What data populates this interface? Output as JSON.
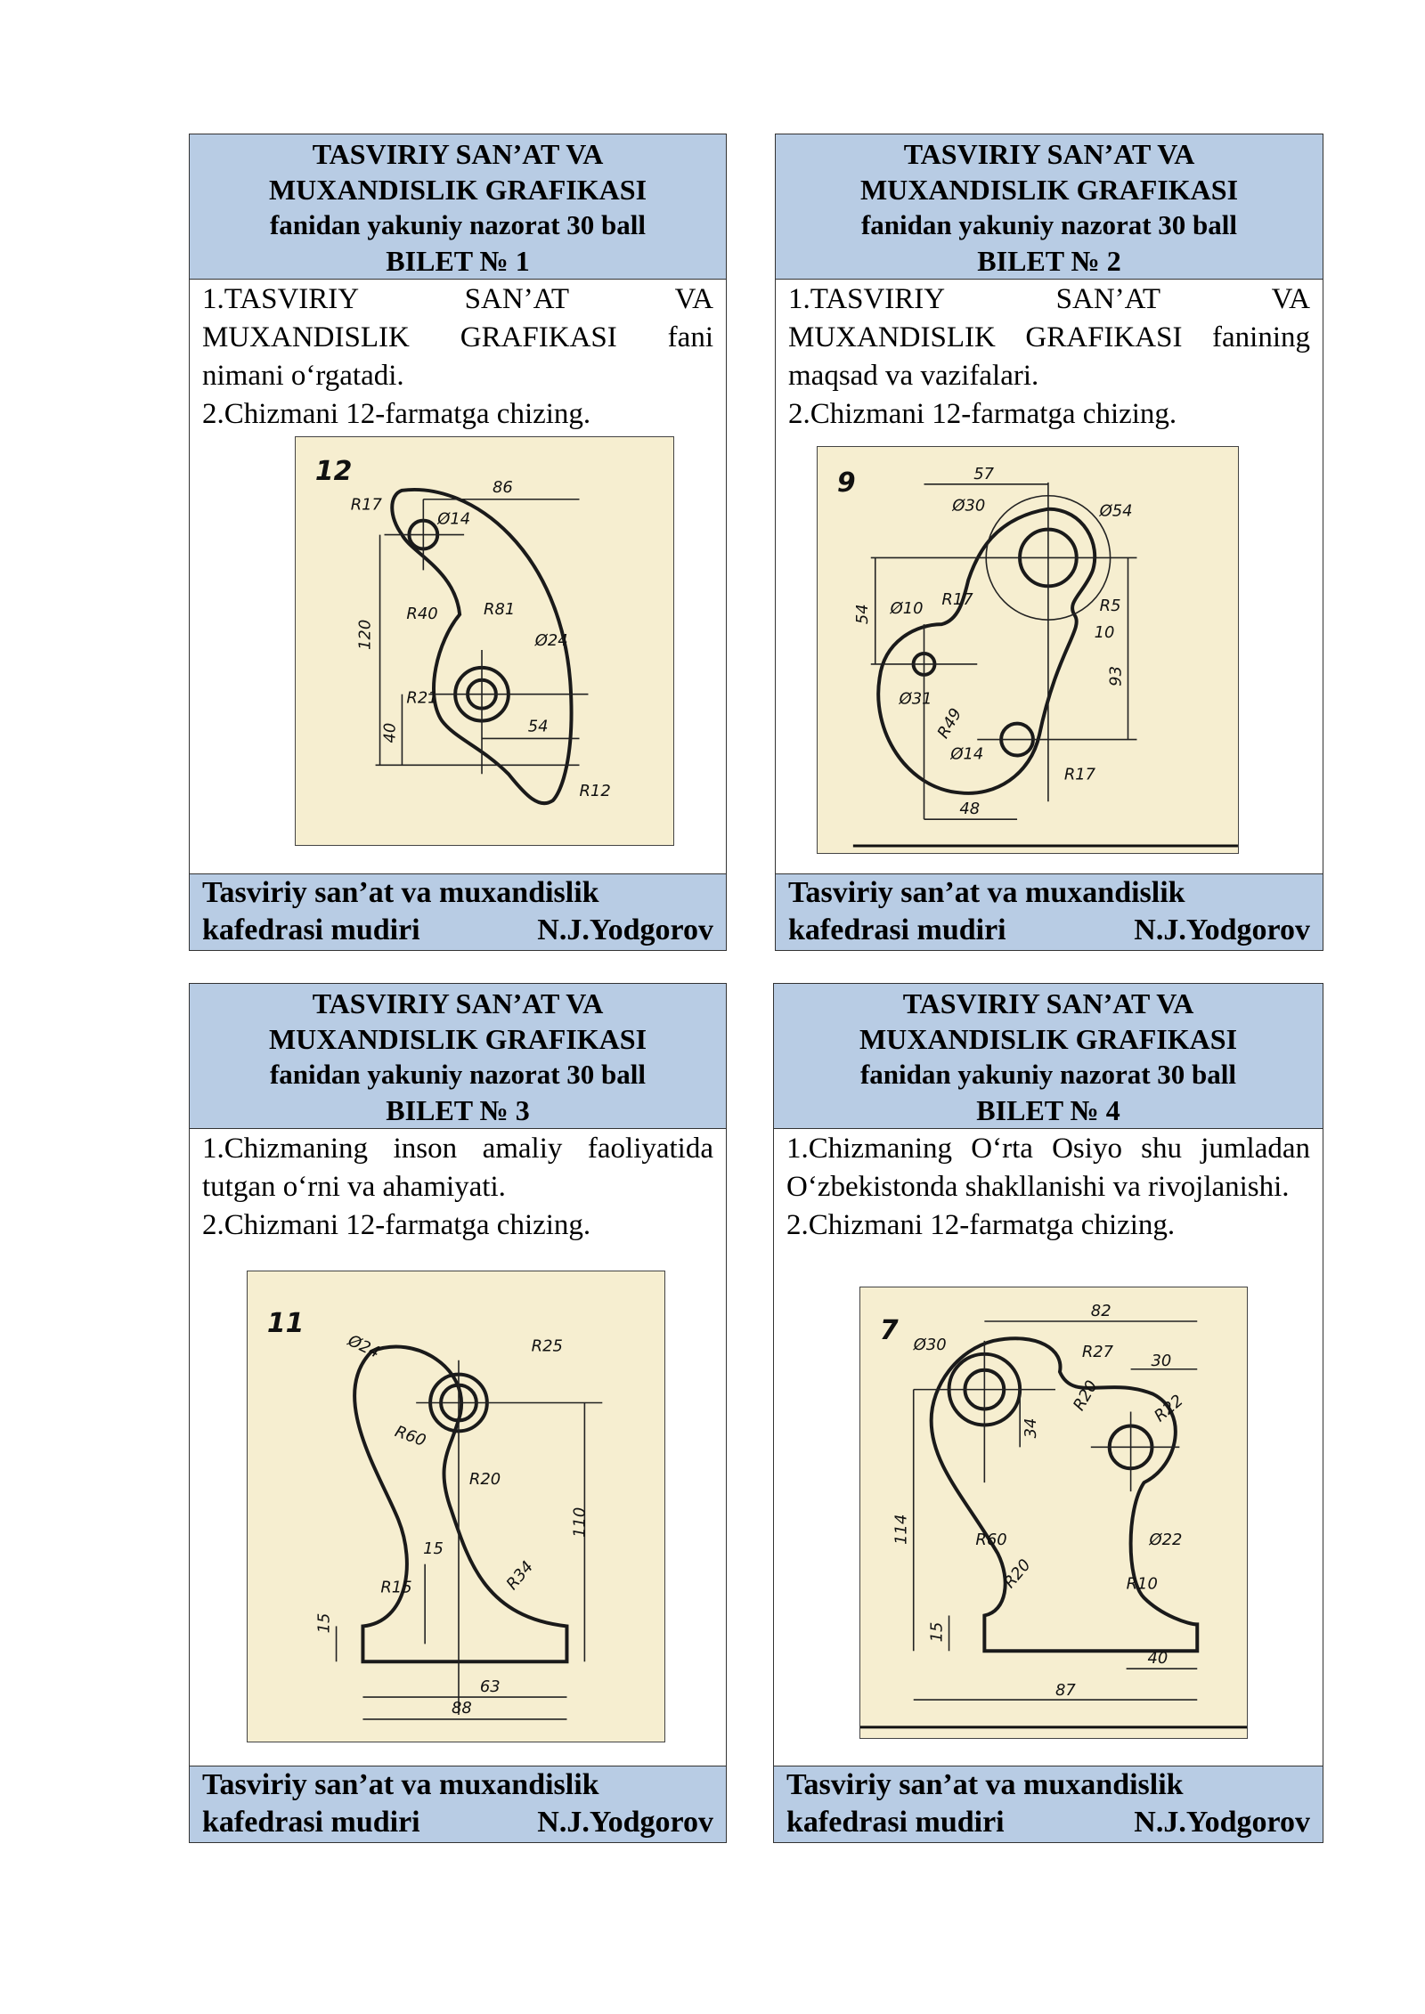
{
  "tickets": [
    {
      "header": {
        "line1": "TASVIRIY SAN’AT VA",
        "line2": "MUXANDISLIK GRAFIKASI",
        "line3": "fanidan yakuniy nazorat 30 ball",
        "line4": "BILET   №  1"
      },
      "questions": [
        "1.TASVIRIY    SAN’AT    VA MUXANDISLIK  GRAFIKASI fani nimani o‘rgatadi.",
        "2.Chizmani 12-farmatga chizing."
      ],
      "drawing": {
        "number": "12",
        "dims": [
          "R17",
          "86",
          "Ø14",
          "R40",
          "R81",
          "120",
          "Ø24",
          "R21",
          "40",
          "54",
          "R12"
        ]
      },
      "footer": {
        "line1": "Tasviriy san’at va muxandislik",
        "line2_left": "kafedrasi mudiri",
        "line2_right": "N.J.Yodgorov"
      }
    },
    {
      "header": {
        "line1": "TASVIRIY SAN’AT VA",
        "line2": "MUXANDISLIK GRAFIKASI",
        "line3": "fanidan yakuniy nazorat 30 ball",
        "line4": "BILET   № 2"
      },
      "questions": [
        "1.TASVIRIY          SAN’AT          VA MUXANDISLIK               GRAFIKASI fanining maqsad va vazifalari.",
        "2.Chizmani 12-farmatga chizing."
      ],
      "drawing": {
        "number": "9",
        "dims": [
          "57",
          "Ø30",
          "Ø54",
          "54",
          "Ø10",
          "R17",
          "R5",
          "10",
          "93",
          "Ø31",
          "R49",
          "Ø14",
          "R17",
          "48"
        ]
      },
      "footer": {
        "line1": "Tasviriy san’at va muxandislik",
        "line2_left": "kafedrasi mudiri",
        "line2_right": "N.J.Yodgorov"
      }
    },
    {
      "header": {
        "line1": "TASVIRIY SAN’AT VA",
        "line2": "MUXANDISLIK GRAFIKASI",
        "line3": "fanidan yakuniy nazorat 30 ball",
        "line4": "BILET   №  3"
      },
      "questions": [
        "1.Chizmaning inson amaliy faoliyatida tutgan o‘rni va ahamiyati.",
        "2.Chizmani 12-farmatga chizing."
      ],
      "drawing": {
        "number": "11",
        "dims": [
          "Ø24",
          "R25",
          "R60",
          "R20",
          "110",
          "15",
          "R15",
          "R34",
          "15",
          "63",
          "88"
        ]
      },
      "footer": {
        "line1": "Tasviriy san’at va muxandislik",
        "line2_left": "kafedrasi mudiri",
        "line2_right": "N.J.Yodgorov"
      }
    },
    {
      "header": {
        "line1": "TASVIRIY SAN’AT VA",
        "line2": "MUXANDISLIK GRAFIKASI",
        "line3": "fanidan yakuniy nazorat 30 ball",
        "line4": "BILET   № 4"
      },
      "questions": [
        "1.Chizmaning O‘rta Osiyo shu jumladan O‘zbekistonda shakllanishi va rivojlanishi.",
        " 2.Chizmani 12-farmatga chizing."
      ],
      "drawing": {
        "number": "7",
        "dims": [
          "82",
          "Ø30",
          "R27",
          "R20",
          "30",
          "R22",
          "34",
          "114",
          "R60",
          "Ø22",
          "R10",
          "R20",
          "15",
          "40",
          "87"
        ]
      },
      "footer": {
        "line1": "Tasviriy san’at va muxandislik",
        "line2_left": "kafedrasi mudiri",
        "line2_right": "N.J.Yodgorov"
      }
    }
  ]
}
